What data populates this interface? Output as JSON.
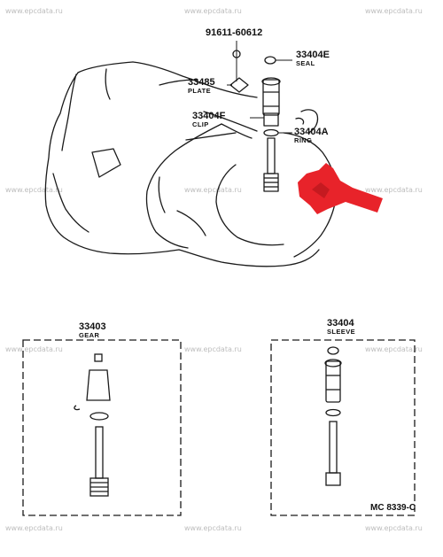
{
  "watermark": "www.epcdata.ru",
  "diagram_code": "MC 8339-C",
  "highlight_color": "#e8232a",
  "parts": {
    "bolt": {
      "number": "91611-60612"
    },
    "seal": {
      "number": "33404E",
      "name": "SEAL"
    },
    "plate": {
      "number": "33485",
      "name": "PLATE"
    },
    "clip": {
      "number": "33404F",
      "name": "CLIP"
    },
    "ring": {
      "number": "33404A",
      "name": "RING"
    },
    "gear": {
      "number": "33403",
      "name": "GEAR"
    },
    "sleeve": {
      "number": "33404",
      "name": "SLEEVE"
    }
  },
  "icons": {
    "highlight_arrow": "pointing-arrow-icon"
  }
}
